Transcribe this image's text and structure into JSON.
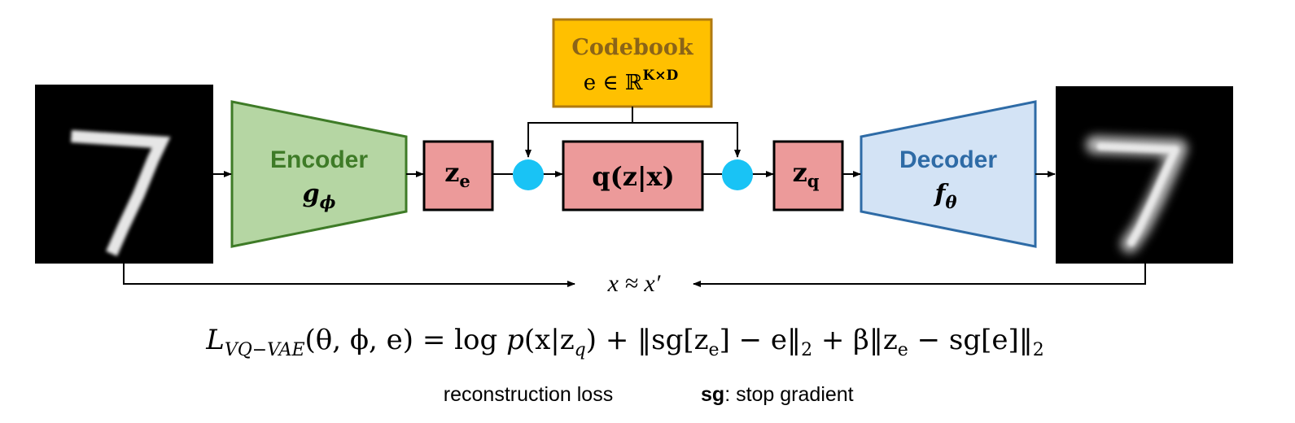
{
  "codebook": {
    "title": "Codebook",
    "formula_base": "e ∈ ℝ",
    "formula_exp": "K×D",
    "color_fill": "#FFC000",
    "color_border": "#B07A10",
    "color_text": "#8B6418"
  },
  "encoder": {
    "title": "Encoder",
    "symbol": "g",
    "subscript": "ϕ",
    "color_fill": "#B5D6A3",
    "color_border": "#3E7B27",
    "color_text": "#3E7B27"
  },
  "decoder": {
    "title": "Decoder",
    "symbol": "f",
    "subscript": "θ",
    "color_fill": "#D3E3F5",
    "color_border": "#2E6BA6",
    "color_text": "#2E6BA6"
  },
  "latent_ze": {
    "symbol": "z",
    "subscript": "e"
  },
  "latent_zq": {
    "symbol": "z",
    "subscript": "q"
  },
  "quantizer": {
    "label": "q(z|x)"
  },
  "latent_box_fill": "#EC9A9A",
  "junction_color": "#19C3F5",
  "approx": {
    "label": "x ≈ x′"
  },
  "loss": {
    "lhs": "L",
    "lhs_sub": "VQ−VAE",
    "lhs_args": "(θ, ϕ, e) = ",
    "term1_a": "log ",
    "term1_b": "p",
    "term1_c": "(x|z",
    "term1_sub": "q",
    "term1_d": ") + ‖sg[z",
    "term2_sub": "e",
    "term2_b": "] − e‖",
    "term2_sub2": "2",
    "term3_a": " + β‖z",
    "term3_sub": "e",
    "term3_b": " − sg[e]‖",
    "term3_sub2": "2"
  },
  "notes": {
    "reconstruction": "reconstruction loss",
    "sg_abbr": "sg",
    "sg_desc": ": stop gradient"
  },
  "images": {
    "input": "handwritten-digit-input",
    "output": "handwritten-digit-reconstruction"
  }
}
